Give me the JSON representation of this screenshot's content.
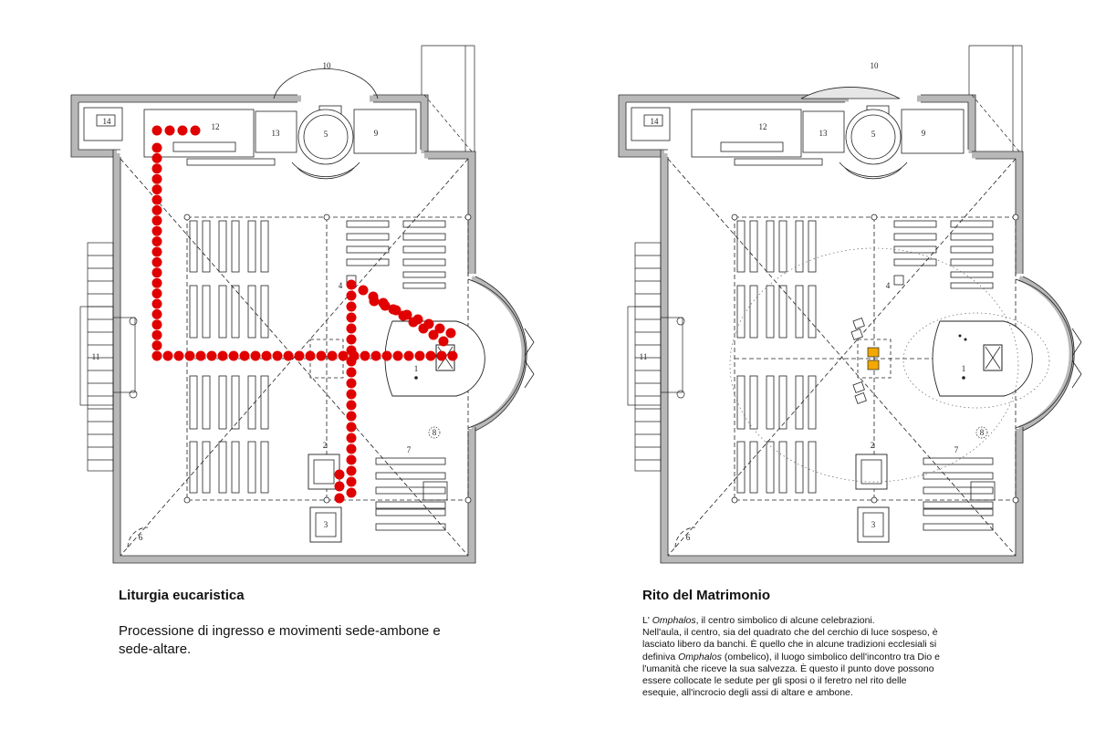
{
  "colors": {
    "wall": "#b8b8b8",
    "line": "#222222",
    "procession": "#e00000",
    "highlight": "#f2a800"
  },
  "panels": [
    {
      "id": "left",
      "title": "Liturgia eucaristica",
      "body_lines": [
        "Processione di ingresso e movimenti sede-ambone e",
        "sede-altare."
      ]
    },
    {
      "id": "right",
      "title": "Rito del Matrimonio",
      "body_runs": [
        [
          "L' ",
          {
            "i": "Omphalos"
          },
          ", il centro simbolico di alcune celebrazioni."
        ],
        [
          "Nell'aula, il centro, sia del quadrato che del cerchio di luce sospeso, è"
        ],
        [
          "lasciato libero da banchi. È quello che in alcune tradizioni ecclesiali si"
        ],
        [
          "definiva ",
          {
            "i": "Omphalos"
          },
          " (ombelico), il luogo simbolico dell'incontro tra Dio e"
        ],
        [
          "l'umanità che riceve la sua salvezza. È questo il punto dove possono"
        ],
        [
          "essere collocate le sedute per gli sposi o il feretro nel rito delle"
        ],
        [
          "esequie, all'incrocio degli assi di altare e ambone."
        ]
      ]
    }
  ],
  "plan_labels": {
    "altar": "1",
    "ambo": "2",
    "font": "3",
    "seat": "4",
    "sacristy": "5",
    "corner": "6",
    "pews": "7",
    "ring": "8",
    "room9": "9",
    "apse_chapel": "10",
    "entrance": "11",
    "room12": "12",
    "room13": "13",
    "room14": "14"
  },
  "icons": [
    "procession-marker",
    "wedding-seat-icon",
    "candle-icon"
  ]
}
